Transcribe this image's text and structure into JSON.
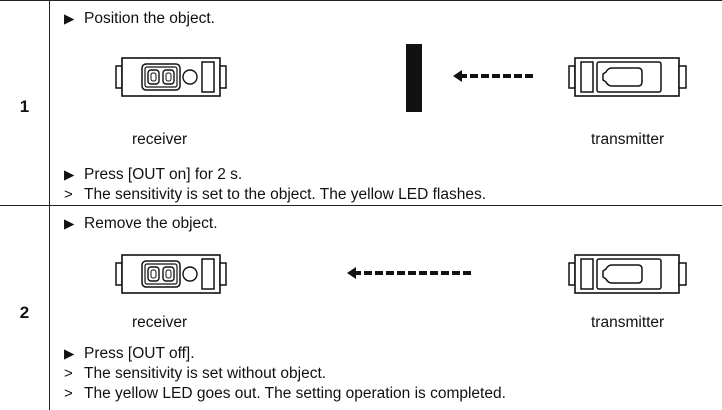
{
  "rows": [
    {
      "number": "1",
      "step1": {
        "marker": "▶",
        "text": "Position the object."
      },
      "receiver_label": "receiver",
      "transmitter_label": "transmitter",
      "step2": {
        "marker": "▶",
        "text": "Press [OUT on] for 2 s."
      },
      "result1": {
        "marker": ">",
        "text": "The sensitivity is set to the object. The yellow LED flashes."
      }
    },
    {
      "number": "2",
      "step1": {
        "marker": "▶",
        "text": "Remove the object."
      },
      "receiver_label": "receiver",
      "transmitter_label": "transmitter",
      "step2": {
        "marker": "▶",
        "text": "Press [OUT off]."
      },
      "result1": {
        "marker": ">",
        "text": "The sensitivity is set without object."
      },
      "result2": {
        "marker": ">",
        "text": "The yellow LED goes out. The setting operation is completed."
      }
    }
  ]
}
